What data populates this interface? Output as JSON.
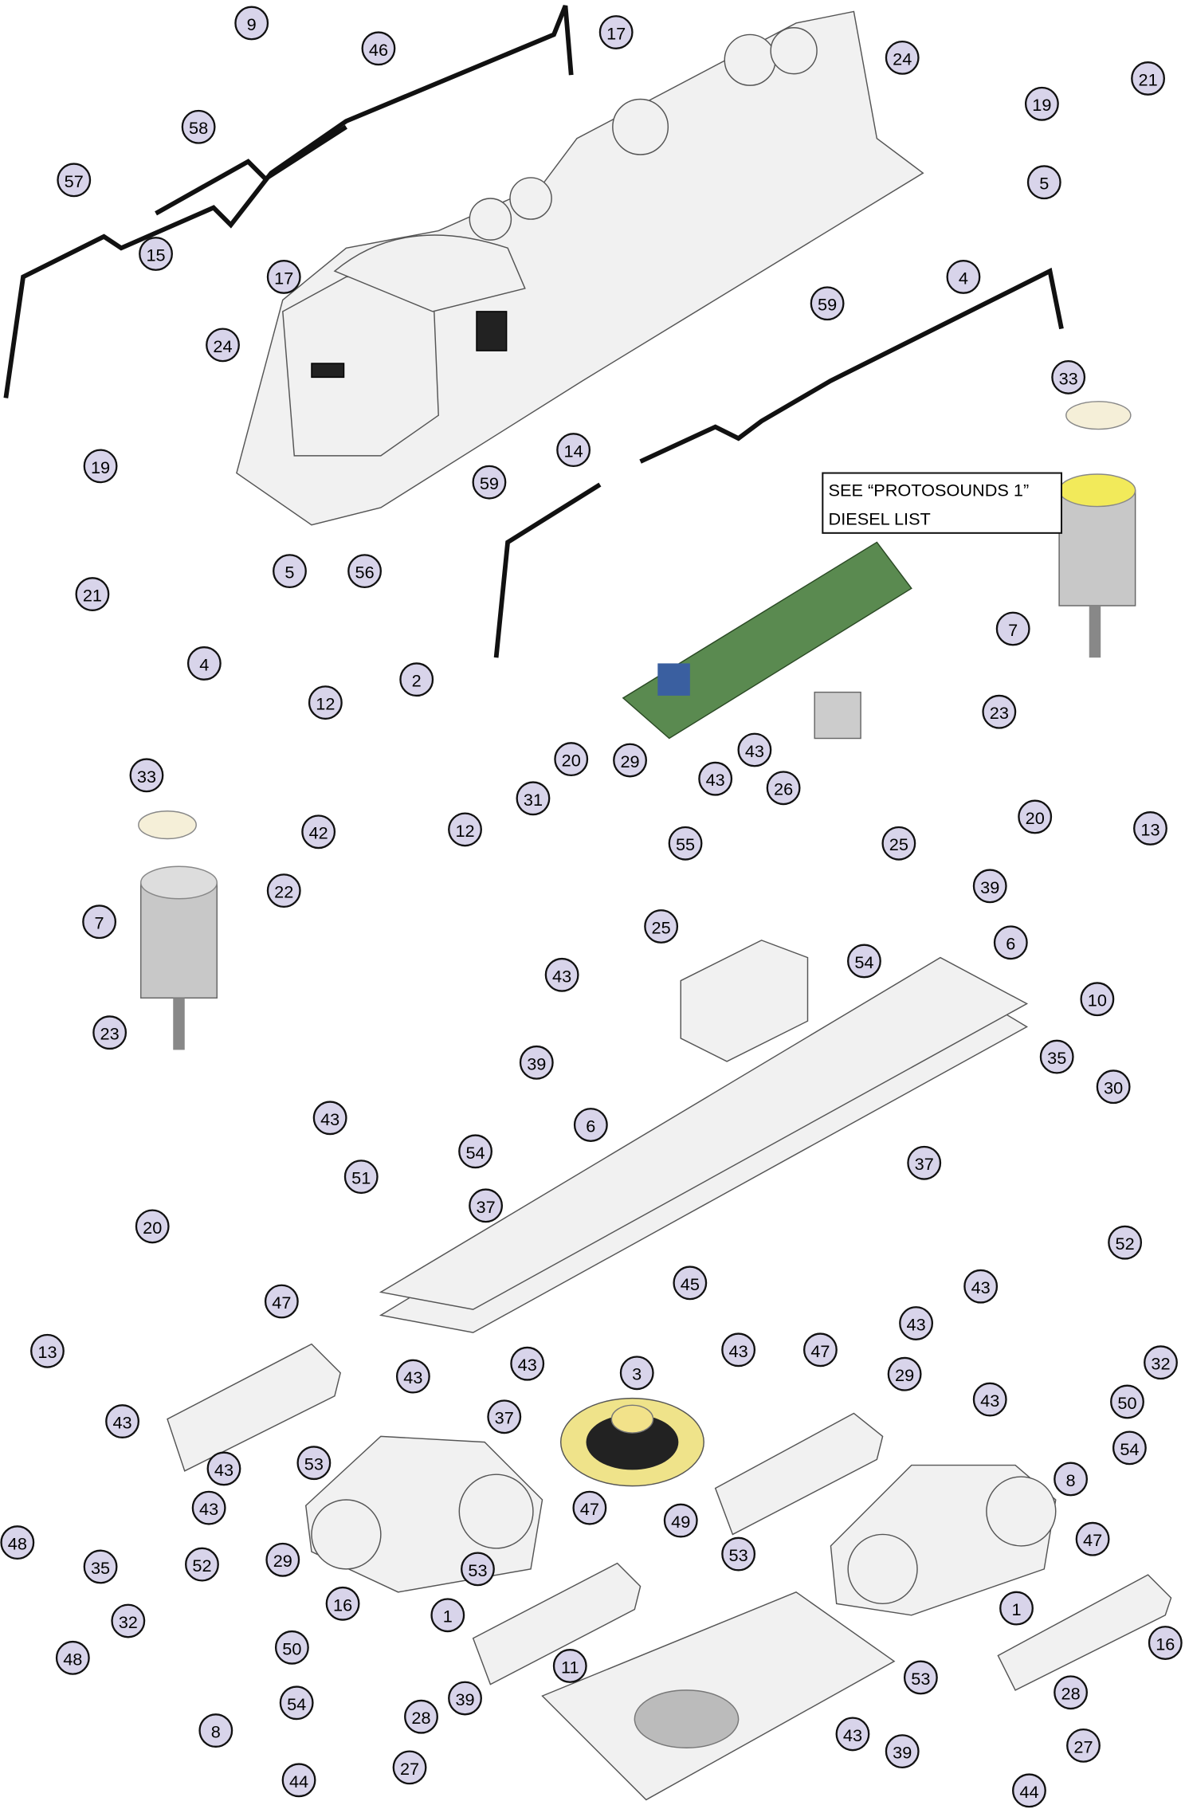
{
  "note": {
    "line1": "SEE “PROTOSOUNDS 1”",
    "line2": "DIESEL LIST"
  },
  "callouts": [
    "9",
    "46",
    "17",
    "24",
    "21",
    "58",
    "57",
    "19",
    "5",
    "15",
    "17",
    "4",
    "59",
    "24",
    "33",
    "19",
    "14",
    "59",
    "5",
    "21",
    "56",
    "7",
    "4",
    "2",
    "12",
    "23",
    "29",
    "43",
    "43",
    "26",
    "31",
    "20",
    "20",
    "13",
    "12",
    "42",
    "33",
    "55",
    "25",
    "22",
    "39",
    "7",
    "25",
    "6",
    "54",
    "43",
    "10",
    "23",
    "39",
    "35",
    "30",
    "43",
    "6",
    "54",
    "37",
    "51",
    "37",
    "20",
    "52",
    "45",
    "43",
    "47",
    "43",
    "13",
    "43",
    "43",
    "3",
    "47",
    "32",
    "43",
    "29",
    "43",
    "50",
    "37",
    "43",
    "53",
    "43",
    "54",
    "8",
    "43",
    "47",
    "49",
    "53",
    "47",
    "48",
    "35",
    "52",
    "29",
    "53",
    "1",
    "1",
    "16",
    "32",
    "16",
    "48",
    "50",
    "11",
    "53",
    "39",
    "54",
    "8",
    "28",
    "28",
    "27",
    "39",
    "43",
    "27",
    "44",
    "44"
  ]
}
